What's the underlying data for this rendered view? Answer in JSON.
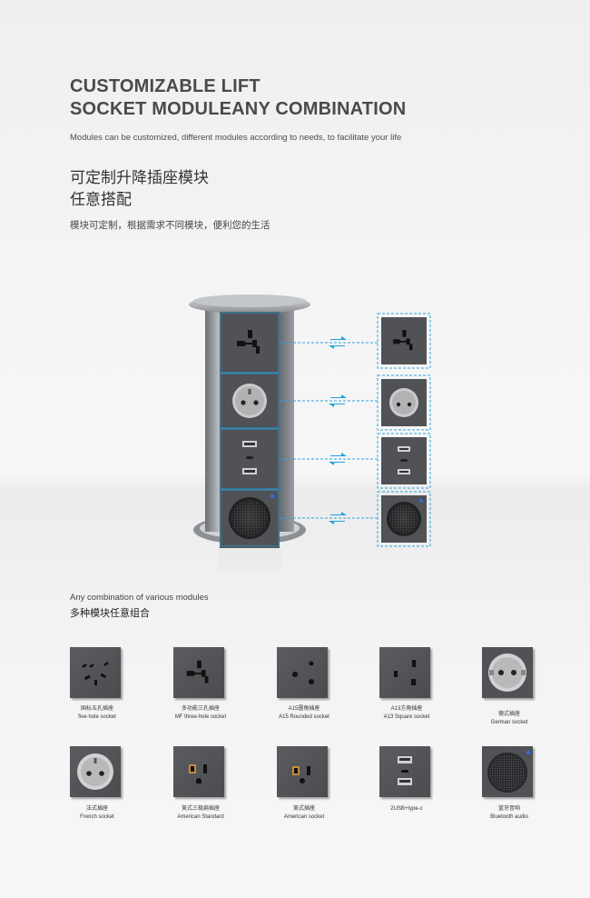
{
  "header": {
    "title_line1": "CUSTOMIZABLE LIFT",
    "title_line2": "SOCKET MODULEANY COMBINATION",
    "subtitle_en": "Modules can be customized, different modules according to needs, to facilitate your life",
    "title_cn_line1": "可定制升降插座模块",
    "title_cn_line2": "任意搭配",
    "subtitle_cn": "模块可定制，根据需求不同模块，便利您的生活"
  },
  "section": {
    "label_en": "Any combination of various modules",
    "label_cn": "多种模块任意组合"
  },
  "modules": [
    {
      "cn": "国标五孔插座",
      "en": "five-hole socket",
      "icon": "five-hole-socket-icon"
    },
    {
      "cn": "多功能三孔插座",
      "en": "MF three-hole socket",
      "icon": "universal-socket-icon"
    },
    {
      "cn": "A15圆角插座",
      "en": "A15 Rounded socket",
      "icon": "a15-socket-icon"
    },
    {
      "cn": "A13方角插座",
      "en": "A13 Square socket",
      "icon": "a13-socket-icon"
    },
    {
      "cn": "德式插座",
      "en": "German socket",
      "icon": "german-socket-icon"
    },
    {
      "cn": "法式插座",
      "en": "French socket",
      "icon": "french-socket-icon"
    },
    {
      "cn": "美式三极扁插座",
      "en": "American Standard",
      "icon": "american-standard-socket-icon"
    },
    {
      "cn": "美式插座",
      "en": "American socket",
      "icon": "american-socket-icon"
    },
    {
      "cn": "",
      "en": "2USB+type-c",
      "icon": "usb-typec-icon"
    },
    {
      "cn": "蓝牙音响",
      "en": "Bluetooth audio",
      "icon": "bluetooth-speaker-icon"
    }
  ],
  "colors": {
    "panel": "#505255",
    "accent_arrow": "#1aa1e0",
    "title": "#4a4a4a"
  }
}
